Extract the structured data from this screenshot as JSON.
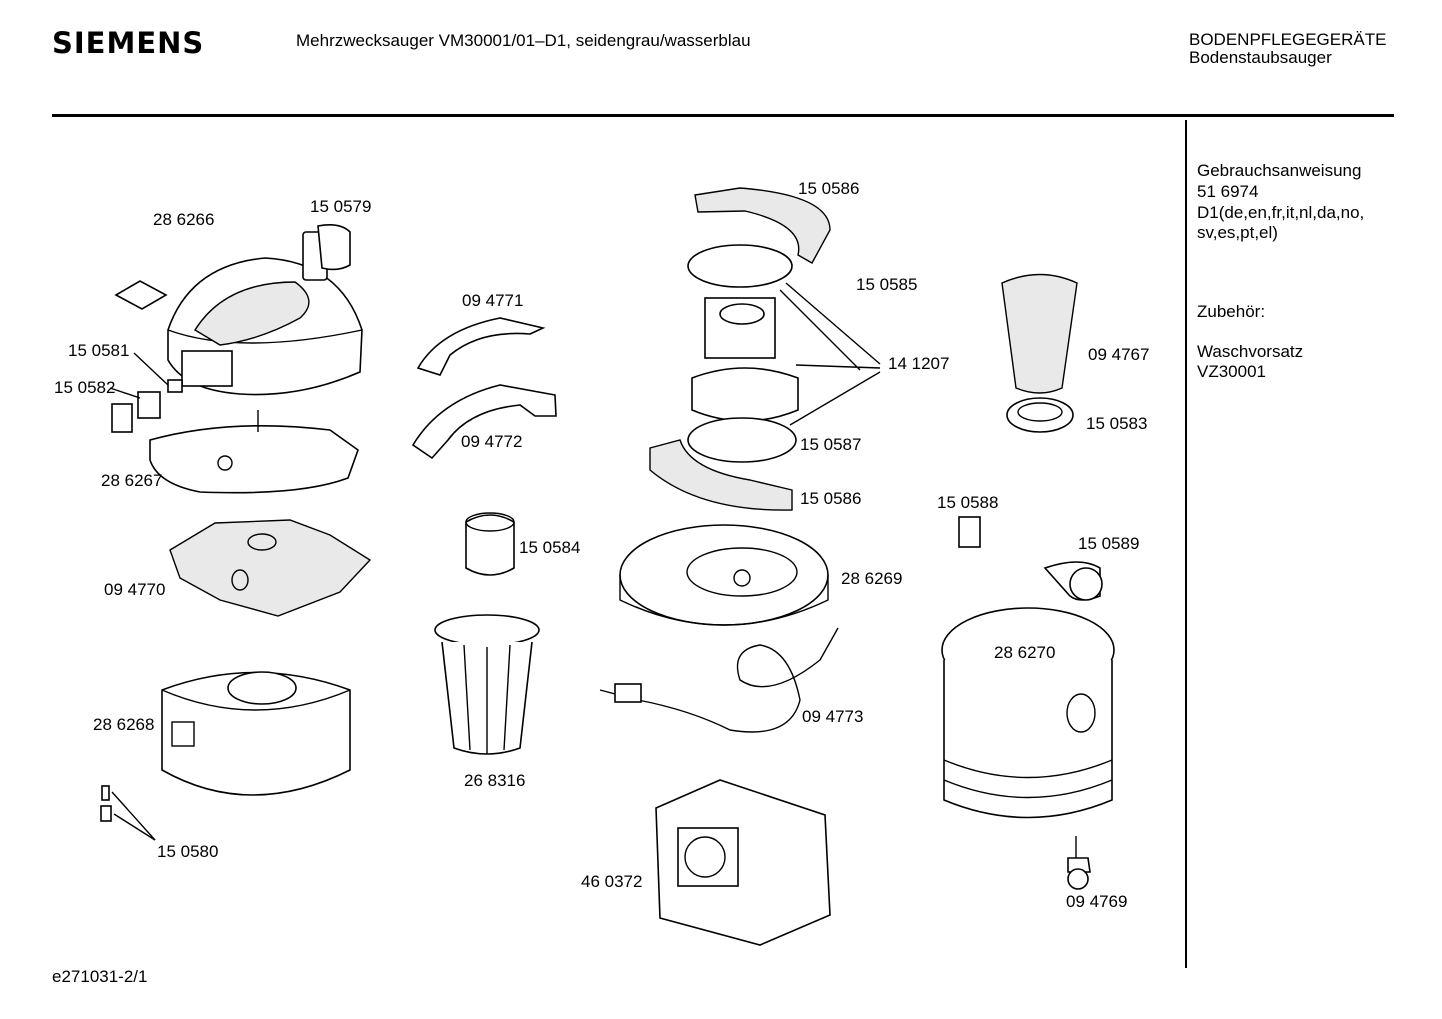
{
  "header": {
    "brand": "SIEMENS",
    "title": "Mehrzwecksauger VM30001/01–D1, seidengrau/wasserblau",
    "category": "BODENPFLEGEGERÄTE",
    "subcategory": "Bodenstaubsauger"
  },
  "sidebar": {
    "manual_label": "Gebrauchsanweisung",
    "manual_number": "51 6974",
    "manual_langs_1": "D1(de,en,fr,it,nl,da,no,",
    "manual_langs_2": "sv,es,pt,el)",
    "accessory_label": "Zubehör:",
    "accessory_name": "Waschvorsatz",
    "accessory_code": "VZ30001"
  },
  "parts": {
    "p286266": "28 6266",
    "p150579": "15 0579",
    "p150581": "15 0581",
    "p150582": "15 0582",
    "p286267": "28 6267",
    "p094770": "09 4770",
    "p286268": "28 6268",
    "p150580": "15 0580",
    "p094771": "09 4771",
    "p094772": "09 4772",
    "p150584": "15 0584",
    "p268316": "26 8316",
    "p150586a": "15 0586",
    "p150585": "15 0585",
    "p141207": "14 1207",
    "p150587": "15 0587",
    "p150586b": "15 0586",
    "p286269": "28 6269",
    "p094773": "09 4773",
    "p460372": "46 0372",
    "p094767": "09 4767",
    "p150583": "15 0583",
    "p150588": "15 0588",
    "p150589": "15 0589",
    "p286270": "28 6270",
    "p094769": "09 4769"
  },
  "footer": {
    "doc_id": "e271031-2/1"
  }
}
